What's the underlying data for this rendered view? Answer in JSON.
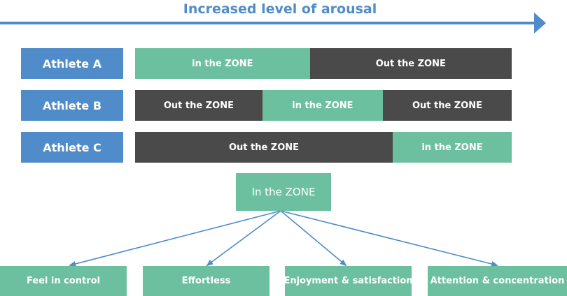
{
  "header": {
    "title": "Increased level of arousal"
  },
  "athletes": [
    {
      "label": "Athlete A",
      "segments": [
        {
          "text": "in the ZONE",
          "state": "in",
          "share": 0.464
        },
        {
          "text": "Out the ZONE",
          "state": "out",
          "share": 0.536
        }
      ]
    },
    {
      "label": "Athlete B",
      "segments": [
        {
          "text": "Out the ZONE",
          "state": "out",
          "share": 0.338
        },
        {
          "text": "in the ZONE",
          "state": "in",
          "share": 0.32
        },
        {
          "text": "Out the ZONE",
          "state": "out",
          "share": 0.342
        }
      ]
    },
    {
      "label": "Athlete C",
      "segments": [
        {
          "text": "Out the ZONE",
          "state": "out",
          "share": 0.684
        },
        {
          "text": "in the ZONE",
          "state": "in",
          "share": 0.316
        }
      ]
    }
  ],
  "zone": {
    "label": "In the ZONE",
    "outcomes": [
      "Feel in control",
      "Effortless",
      "Enjoyment & satisfaction",
      "Attention & concentration"
    ]
  },
  "colors": {
    "blue": "#4f8cc9",
    "green": "#6cc0a0",
    "dark": "#4a4a4a"
  }
}
